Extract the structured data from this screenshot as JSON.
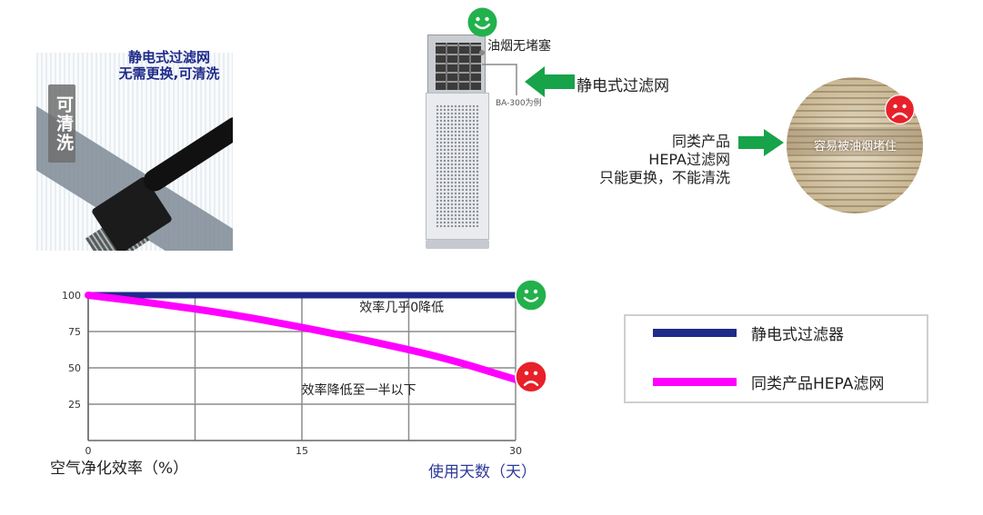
{
  "colors": {
    "navy": "#1f2a8a",
    "magenta": "#ff00ff",
    "green_arrow": "#16a34a",
    "smile_green": "#22b14c",
    "sad_red": "#e8202a",
    "grid": "#7a7a7a"
  },
  "left_panel": {
    "caption_line1": "静电式过滤网",
    "caption_line2": "无需更换,可清洗",
    "tag": "可清洗"
  },
  "device": {
    "note": "油烟无堵塞",
    "model_note": "BA-300为例",
    "arrow_label": "静电式过滤网"
  },
  "comparison": {
    "line1": "同类产品",
    "line2": "HEPA过滤网",
    "line3": "只能更换，不能清洗",
    "photo_label": "容易被油烟堵住"
  },
  "chart_data": {
    "type": "line",
    "title": "",
    "ylabel": "空气净化效率（%）",
    "xlabel": "使用天数（天）",
    "xlim": [
      0,
      30
    ],
    "ylim": [
      0,
      100
    ],
    "x_ticks": [
      0,
      15,
      30
    ],
    "y_ticks": [
      25,
      50,
      75,
      100
    ],
    "grid": true,
    "series": [
      {
        "name": "静电式过滤器",
        "color": "#1f2a8a",
        "x": [
          0,
          5,
          10,
          15,
          20,
          25,
          30
        ],
        "y": [
          100,
          100,
          100,
          100,
          100,
          100,
          100
        ]
      },
      {
        "name": "同类产品HEPA滤网",
        "color": "#ff00ff",
        "x": [
          0,
          5,
          10,
          15,
          20,
          25,
          30
        ],
        "y": [
          100,
          94,
          87,
          78,
          68,
          57,
          42
        ]
      }
    ],
    "annotations": [
      {
        "text": "效率几乎0降低",
        "x": 22,
        "y": 92
      },
      {
        "text": "效率降低至一半以下",
        "x": 19,
        "y": 35
      }
    ]
  }
}
